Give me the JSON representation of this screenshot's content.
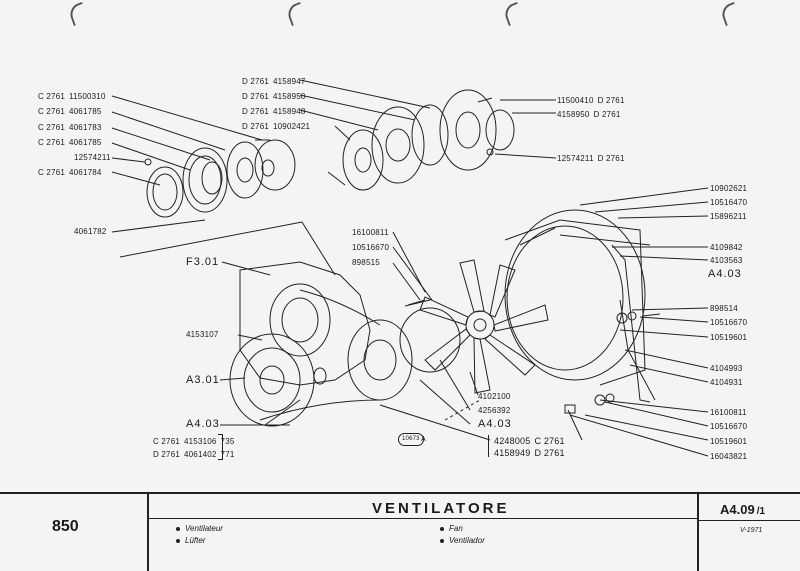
{
  "labels_left": [
    {
      "prefix": "C 2761",
      "code": "11500310"
    },
    {
      "prefix": "C 2761",
      "code": "4061785"
    },
    {
      "prefix": "C 2761",
      "code": "4061783"
    },
    {
      "prefix": "C 2761",
      "code": "4061785"
    },
    {
      "prefix": "",
      "code": "12574211"
    },
    {
      "prefix": "C 2761",
      "code": "4061784"
    }
  ],
  "label_4061782": "4061782",
  "labels_top_center": [
    {
      "prefix": "D 2761",
      "code": "4158947"
    },
    {
      "prefix": "D 2761",
      "code": "4158950"
    },
    {
      "prefix": "D 2761",
      "code": "4158948"
    },
    {
      "prefix": "D 2761",
      "code": "10902421"
    }
  ],
  "labels_top_right": [
    {
      "code": "11500410",
      "suffix": "D 2761"
    },
    {
      "code": "4158950",
      "suffix": "D 2761"
    },
    {
      "code": "12574211",
      "suffix": "D 2761"
    }
  ],
  "labels_right": [
    "10902621",
    "10516470",
    "15896211",
    "4109842",
    "4103563",
    "A4.03",
    "898514",
    "10516670",
    "10519601",
    "4104993",
    "4104931",
    "16100811",
    "10516670",
    "10519601",
    "16043821"
  ],
  "labels_mid": [
    "16100811",
    "10516670",
    "898515"
  ],
  "labels_lower_center": [
    "4102100",
    "4256392",
    "A4.03"
  ],
  "labels_bottom_right_box": [
    {
      "code": "4248005",
      "suffix": "C 2761"
    },
    {
      "code": "4158949",
      "suffix": "D 2761"
    }
  ],
  "labels_left_mid": {
    "f3": "F3.01",
    "p4153107": "4153107",
    "a301": "A3.01",
    "a403": "A4.03"
  },
  "labels_bottom_left": [
    {
      "prefix": "C 2761",
      "code": "4153106",
      "tail": "735"
    },
    {
      "prefix": "D 2761",
      "code": "4061402",
      "tail": "771"
    }
  ],
  "circle_ref": "10673",
  "circle_ref_letter": "A",
  "footer": {
    "model": "850",
    "title": "VENTILATORE",
    "translations": [
      "Ventilateur",
      "Lüfter",
      "Fan",
      "Ventilador"
    ],
    "code_main": "A4.09",
    "code_sub": "1",
    "date": "V-1971"
  }
}
